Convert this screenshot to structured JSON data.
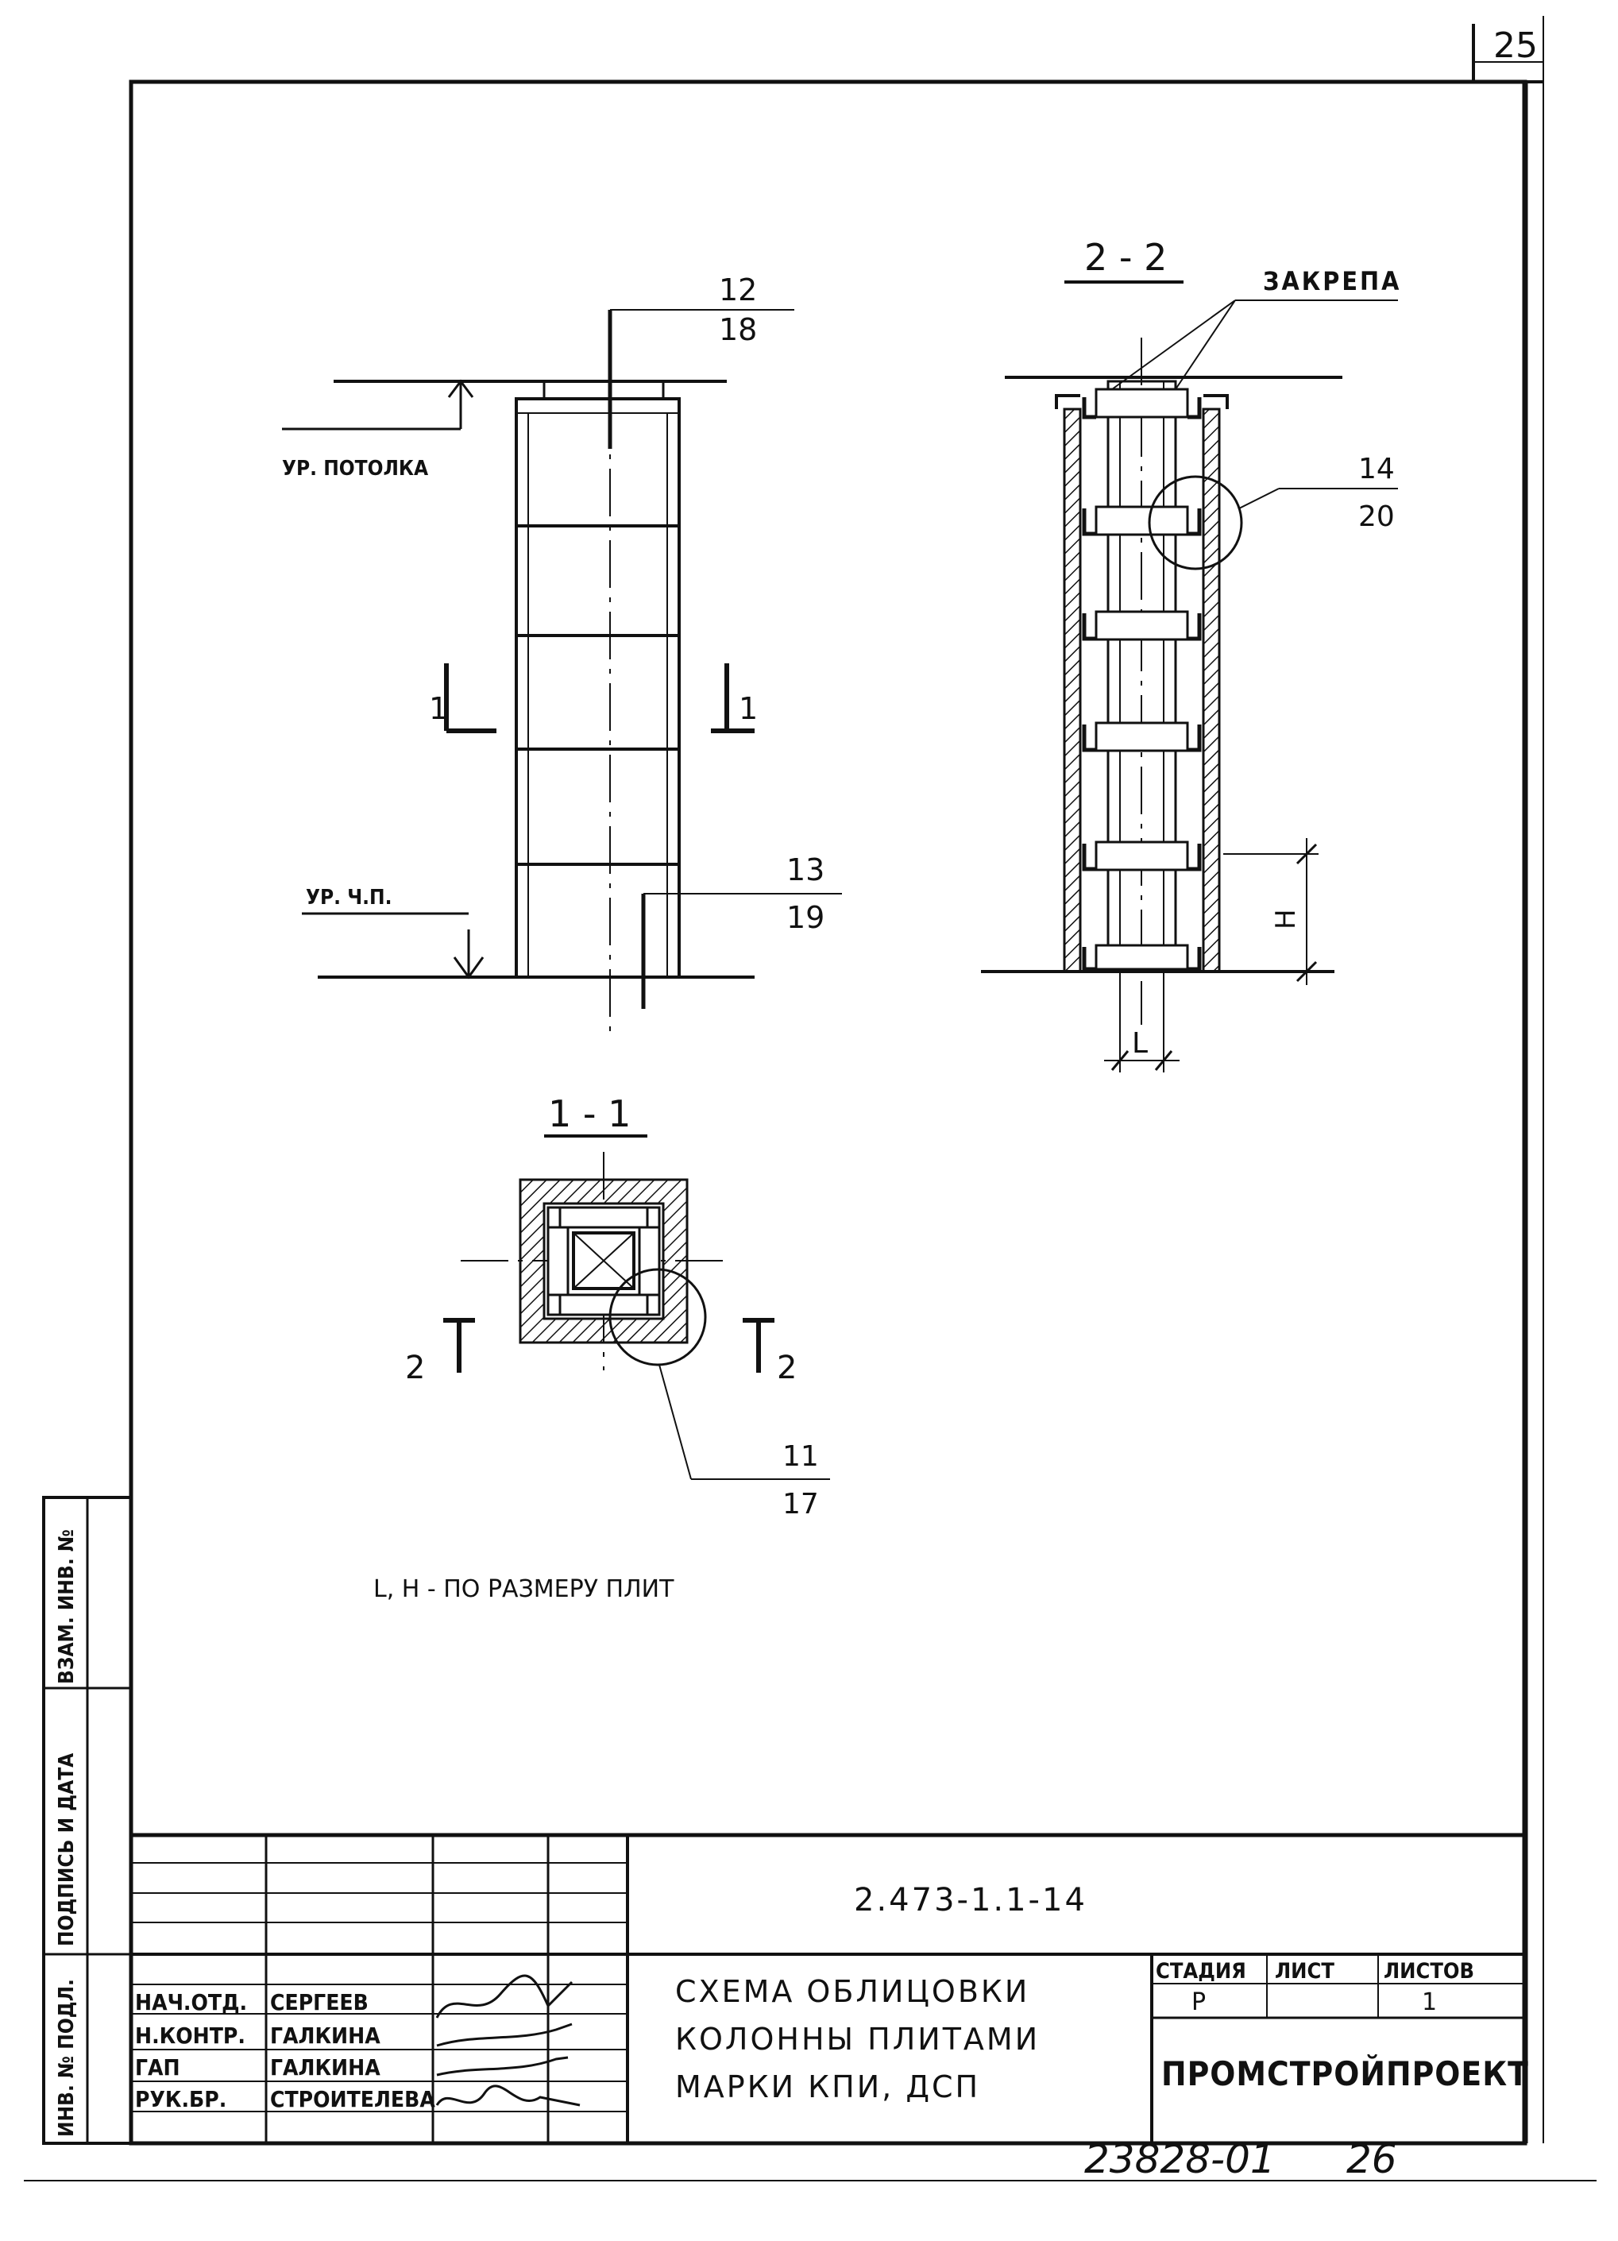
{
  "page": {
    "sheet_number": "25",
    "bottom_stamp": "23828-01",
    "bottom_stamp_sheet": "26"
  },
  "drawing": {
    "elevation": {
      "ceiling_level": "УР. ПОТОЛКА",
      "floor_level": "УР. Ч.П.",
      "callout_top": {
        "num": "12",
        "den": "18"
      },
      "callout_bottom": {
        "num": "13",
        "den": "19"
      },
      "section_mark": "1"
    },
    "section_2_2": {
      "title": "2 - 2",
      "label_clamp": "ЗАКРЕПА",
      "callout": {
        "num": "14",
        "den": "20"
      },
      "dim_h": "H",
      "dim_l": "L"
    },
    "section_1_1": {
      "title": "1 - 1",
      "section_mark": "2",
      "callout": {
        "num": "11",
        "den": "17"
      }
    },
    "note": "L, H - ПО РАЗМЕРУ ПЛИТ"
  },
  "margin_labels": {
    "replaces": "ВЗАМ. ИНВ. №",
    "sign_date": "ПОДПИСЬ И ДАТА",
    "inv_no": "ИНВ. № ПОДЛ."
  },
  "title_block": {
    "document_code": "2.473-1.1-14",
    "title_lines": [
      "СХЕМА ОБЛИЦОВКИ",
      "КОЛОННЫ ПЛИТАМИ",
      "МАРКИ КПИ, ДСП"
    ],
    "stage_header": "СТАДИЯ",
    "sheet_header": "ЛИСТ",
    "sheets_header": "ЛИСТОВ",
    "stage_value": "Р",
    "sheet_value": "",
    "sheets_value": "1",
    "organization": "ПРОМСТРОЙПРОЕКТ",
    "roles": [
      {
        "role": "НАЧ.ОТД.",
        "name": "СЕРГЕЕВ"
      },
      {
        "role": "Н.КОНТР.",
        "name": "ГАЛКИНА"
      },
      {
        "role": "ГАП",
        "name": "ГАЛКИНА"
      },
      {
        "role": "РУК.БР.",
        "name": "СТРОИТЕЛЕВА"
      }
    ]
  }
}
